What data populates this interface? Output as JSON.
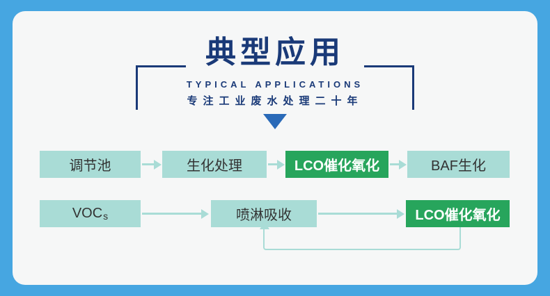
{
  "page": {
    "background_color": "#46a6e1",
    "card_color": "#f6f7f7"
  },
  "header": {
    "title": "典型应用",
    "subtitle": "TYPICAL APPLICATIONS",
    "tagline": "专注工业废水处理二十年",
    "accent_color": "#1a3a78",
    "triangle_color": "#2a6ab8"
  },
  "colors": {
    "teal_box": "#a9dcd6",
    "green_box": "#27a55c",
    "arrow": "#a9dcd6"
  },
  "flow_row1": {
    "nodes": [
      {
        "label": "调节池",
        "style": "teal"
      },
      {
        "label": "生化处理",
        "style": "teal"
      },
      {
        "label": "LCO催化氧化",
        "style": "green"
      },
      {
        "label": "BAF生化",
        "style": "teal"
      }
    ]
  },
  "flow_row2": {
    "nodes": [
      {
        "label": "VOC",
        "suffix": "s",
        "style": "teal"
      },
      {
        "label": "喷淋吸收",
        "style": "teal"
      },
      {
        "label": "LCO催化氧化",
        "style": "green"
      }
    ]
  }
}
